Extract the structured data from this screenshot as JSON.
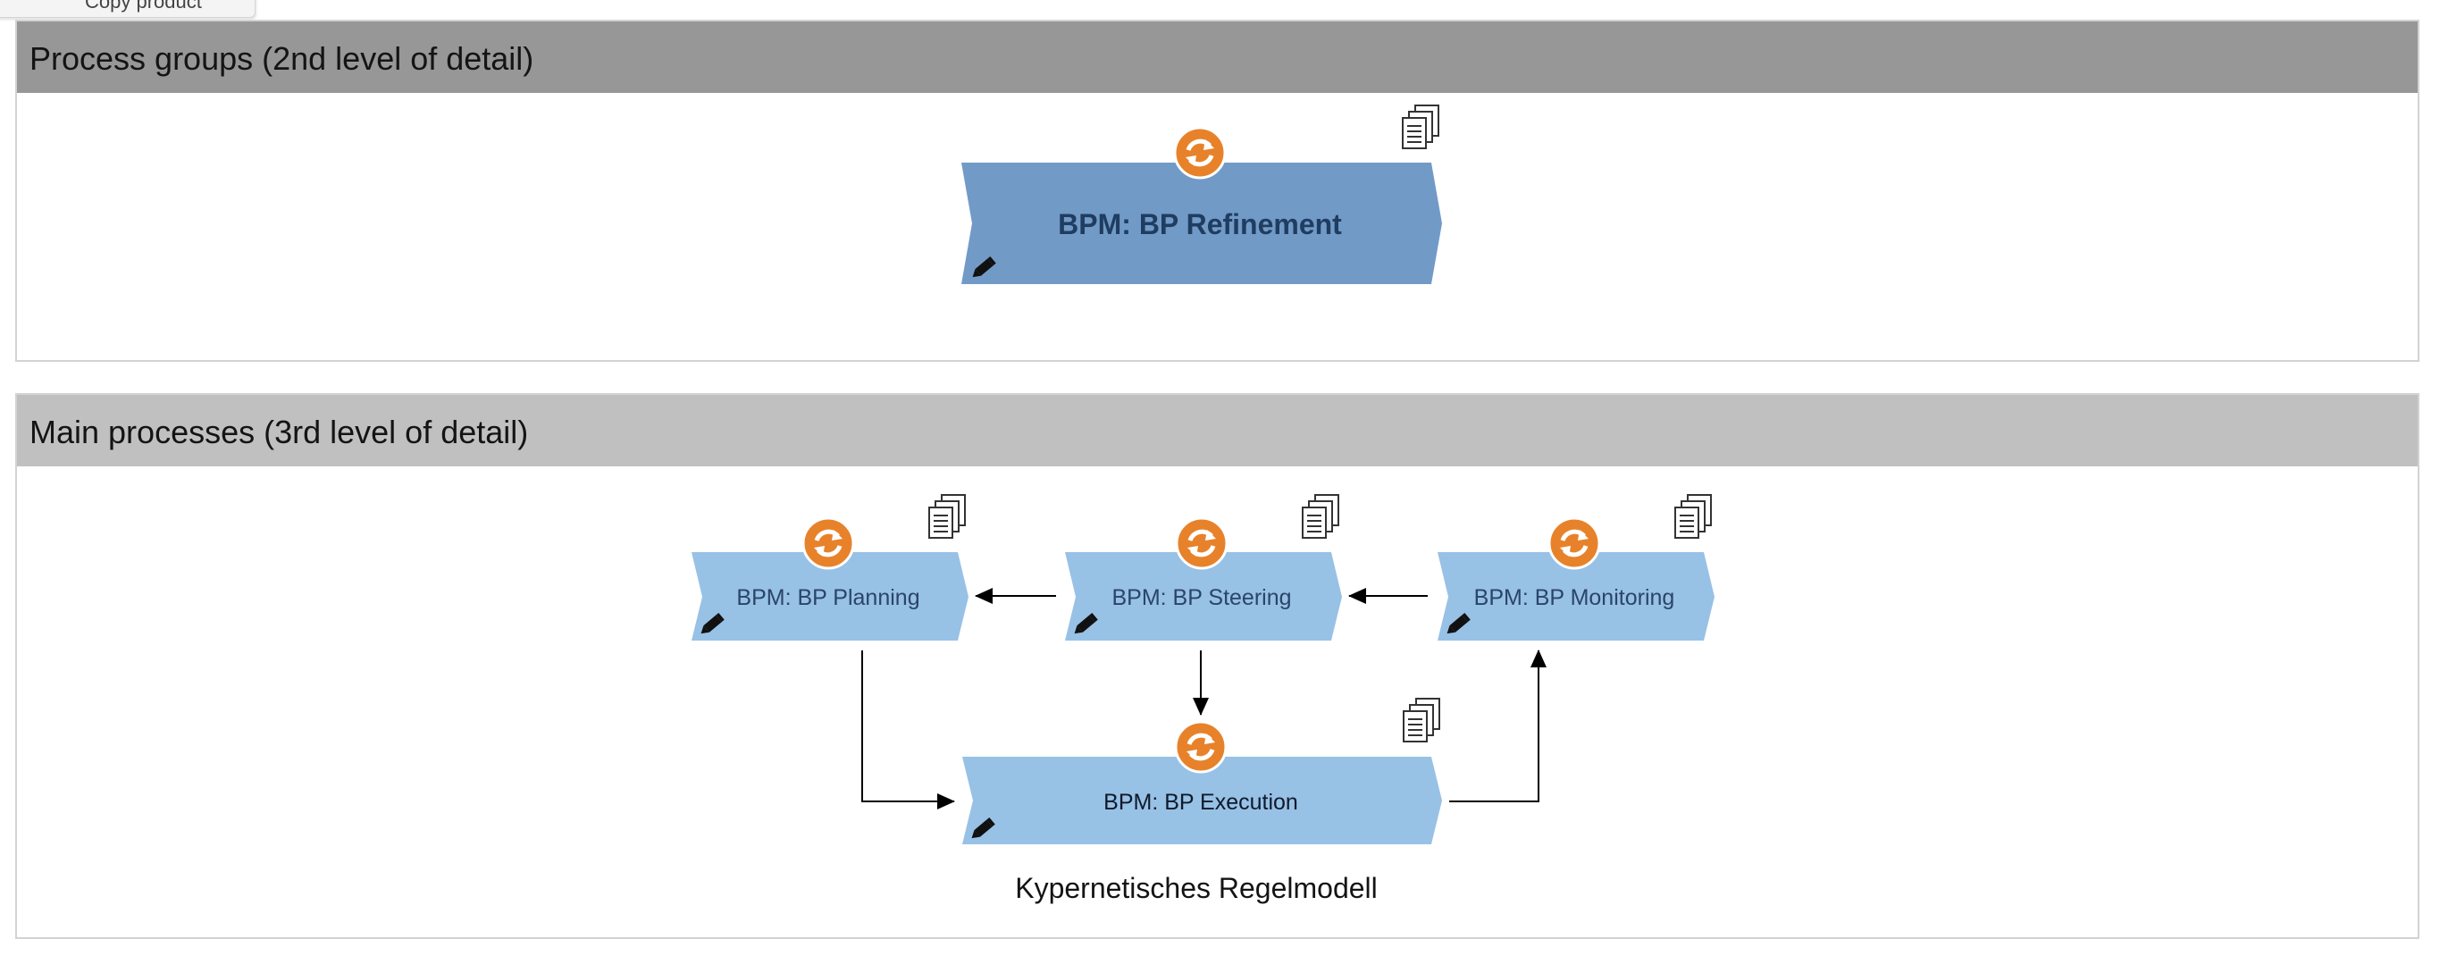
{
  "top_tab": {
    "label": "Copy product"
  },
  "colors": {
    "section1_header": "#979797",
    "section2_header": "#c0c0c0",
    "refinement_fill": "#729ac7",
    "refinement_text": "#1f3d61",
    "process_fill": "#98c1e6",
    "process_text": "#2a4568",
    "execution_text": "#0e1a2a",
    "badge_orange": "#e7822a"
  },
  "sections": [
    {
      "title": "Process groups (2nd level of detail)"
    },
    {
      "title": "Main processes (3rd level of detail)"
    }
  ],
  "processes": {
    "refinement": {
      "label": "BPM: BP Refinement"
    },
    "planning": {
      "label": "BPM: BP Planning"
    },
    "steering": {
      "label": "BPM: BP Steering"
    },
    "monitoring": {
      "label": "BPM: BP Monitoring"
    },
    "execution": {
      "label": "BPM: BP Execution"
    }
  },
  "caption": "Kypernetisches Regelmodell",
  "icons": {
    "badge": "sync-icon",
    "docs": "documents-icon",
    "edit": "pencil-icon"
  }
}
